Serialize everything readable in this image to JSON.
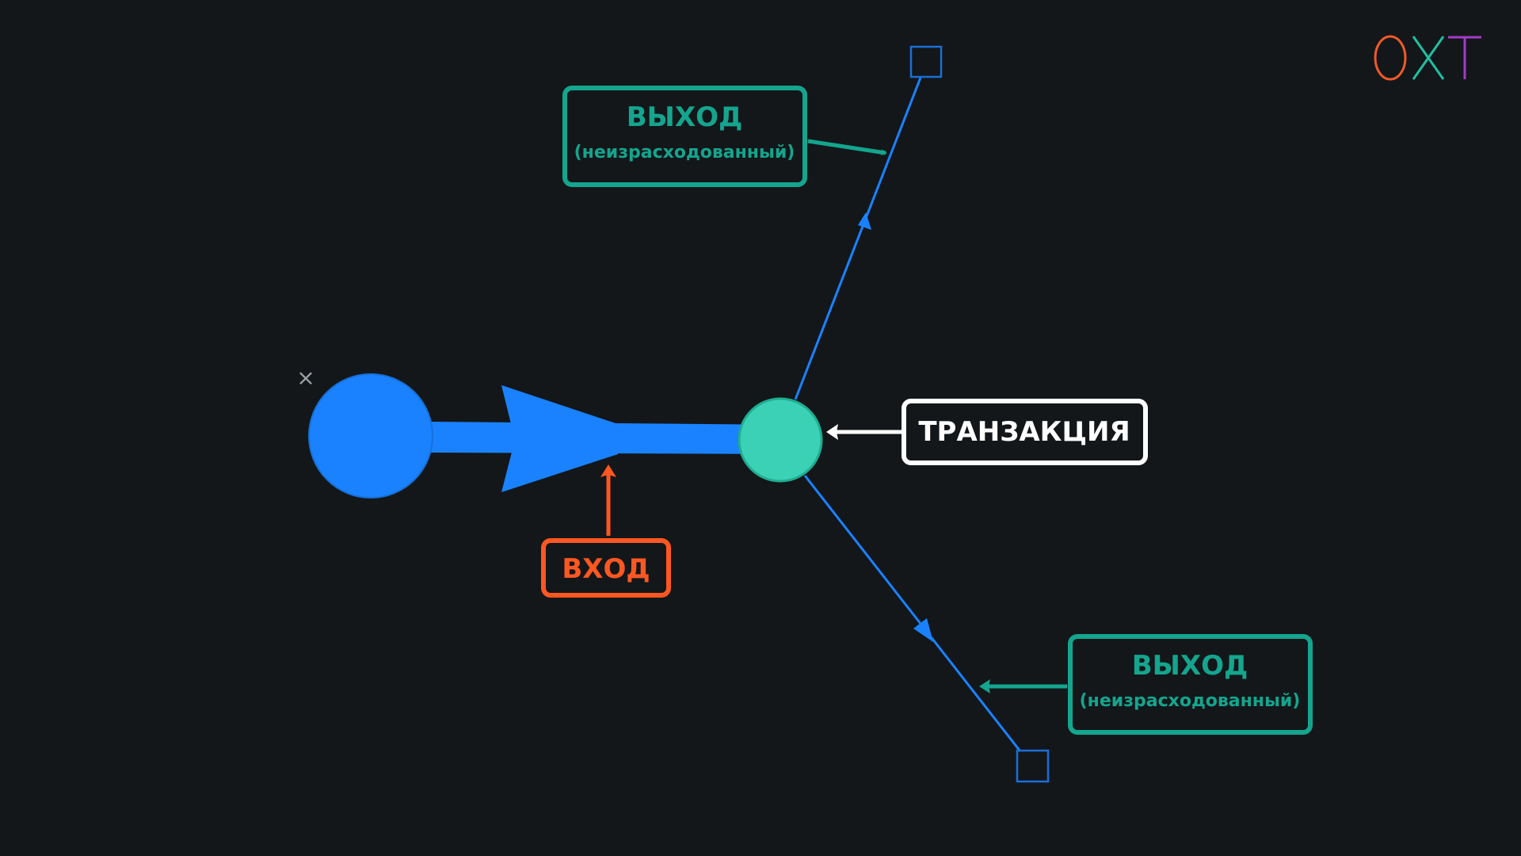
{
  "logo": {
    "letters": [
      "O",
      "X",
      "T"
    ],
    "colors": [
      "#f05a28",
      "#1fbfa0",
      "#a43bc8"
    ]
  },
  "colors": {
    "background": "#13171a",
    "flow": "#1a82ff",
    "transaction": "#3ad1b7",
    "output": "#14a58e",
    "input": "#ff5722",
    "transaction_label": "#ffffff"
  },
  "labels": {
    "output_top": {
      "title": "ВЫХОД",
      "subtitle": "(неизрасходованный)"
    },
    "output_bottom": {
      "title": "ВЫХОД",
      "subtitle": "(неизрасходованный)"
    },
    "transaction": "ТРАНЗАКЦИЯ",
    "input": "ВХОД",
    "close_mark": "×"
  }
}
